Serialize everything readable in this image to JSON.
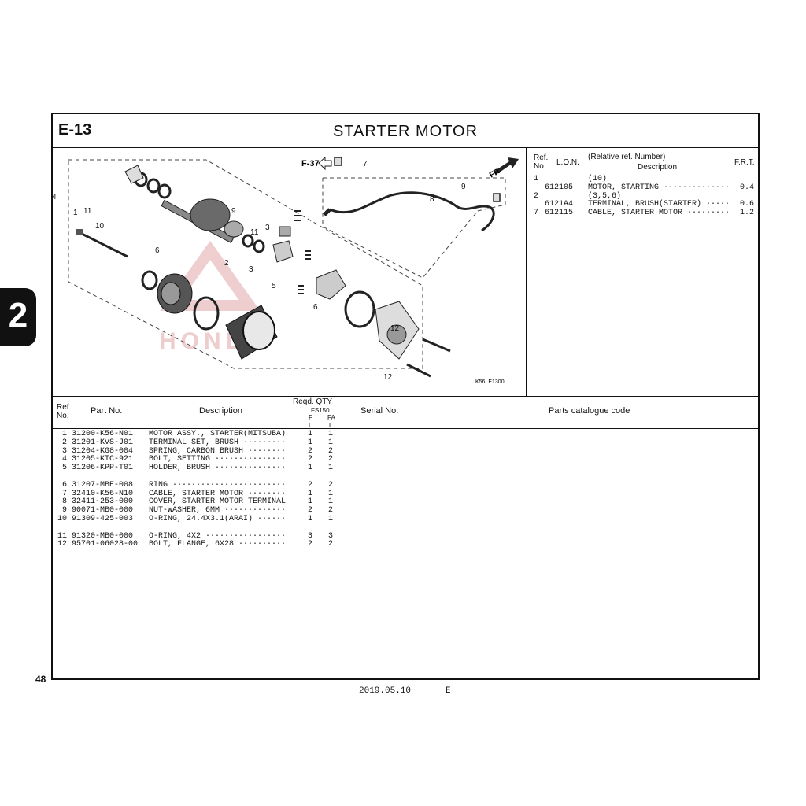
{
  "section": {
    "code": "E-13",
    "title": "STARTER MOTOR",
    "tab_number": "2"
  },
  "diagram": {
    "image_code": "K56LE1300",
    "fr_label": "FR.",
    "ref_label": "F-37",
    "callouts": [
      "1",
      "2",
      "3",
      "3",
      "4",
      "5",
      "6",
      "6",
      "7",
      "8",
      "9",
      "9",
      "10",
      "11",
      "11",
      "12",
      "12"
    ],
    "watermark": "HONDA"
  },
  "ref_table": {
    "headers": {
      "ref_no": "Ref.\nNo.",
      "lon": "L.O.N.",
      "desc_top": "(Relative ref. Number)",
      "desc": "Description",
      "frt": "F.R.T."
    },
    "rows": [
      {
        "ref": "1",
        "lon": "",
        "desc": "(10)",
        "frt": ""
      },
      {
        "ref": "",
        "lon": "612105",
        "desc": "MOTOR, STARTING ··············",
        "frt": "0.4"
      },
      {
        "ref": "2",
        "lon": "",
        "desc": "(3,5,6)",
        "frt": ""
      },
      {
        "ref": "",
        "lon": "6121A4",
        "desc": "TERMINAL, BRUSH(STARTER) ·····",
        "frt": "0.6"
      },
      {
        "ref": "7",
        "lon": "612115",
        "desc": "CABLE, STARTER MOTOR ·········",
        "frt": "1.2"
      }
    ]
  },
  "parts_table": {
    "headers": {
      "ref_no": "Ref.\nNo.",
      "part_no": "Part No.",
      "description": "Description",
      "reqd_qty": "Reqd. QTY",
      "model": "FS150",
      "col_f": "F",
      "col_fa": "FA",
      "col_l1": "L",
      "col_l2": "L",
      "serial_no": "Serial No.",
      "catalogue": "Parts catalogue code"
    },
    "groups": [
      [
        {
          "ref": "1",
          "part": "31200-K56-N01",
          "desc": "MOTOR ASSY., STARTER(MITSUBA)",
          "f": "1",
          "fa": "1"
        },
        {
          "ref": "2",
          "part": "31201-KVS-J01",
          "desc": "TERMINAL SET, BRUSH ·········",
          "f": "1",
          "fa": "1"
        },
        {
          "ref": "3",
          "part": "31204-KG8-004",
          "desc": "SPRING, CARBON BRUSH ········",
          "f": "2",
          "fa": "2"
        },
        {
          "ref": "4",
          "part": "31205-KTC-921",
          "desc": "BOLT, SETTING ···············",
          "f": "2",
          "fa": "2"
        },
        {
          "ref": "5",
          "part": "31206-KPP-T01",
          "desc": "HOLDER, BRUSH ···············",
          "f": "1",
          "fa": "1"
        }
      ],
      [
        {
          "ref": "6",
          "part": "31207-MBE-008",
          "desc": "RING ························",
          "f": "2",
          "fa": "2"
        },
        {
          "ref": "7",
          "part": "32410-K56-N10",
          "desc": "CABLE, STARTER MOTOR ········",
          "f": "1",
          "fa": "1"
        },
        {
          "ref": "8",
          "part": "32411-253-000",
          "desc": "COVER, STARTER MOTOR TERMINAL",
          "f": "1",
          "fa": "1"
        },
        {
          "ref": "9",
          "part": "90071-MB0-000",
          "desc": "NUT-WASHER, 6MM ·············",
          "f": "2",
          "fa": "2"
        },
        {
          "ref": "10",
          "part": "91309-425-003",
          "desc": "O-RING, 24.4X3.1(ARAI) ······",
          "f": "1",
          "fa": "1"
        }
      ],
      [
        {
          "ref": "11",
          "part": "91320-MB0-000",
          "desc": "O-RING, 4X2 ·················",
          "f": "3",
          "fa": "3"
        },
        {
          "ref": "12",
          "part": "95701-06028-00",
          "desc": "BOLT, FLANGE, 6X28 ··········",
          "f": "2",
          "fa": "2"
        }
      ]
    ]
  },
  "page": {
    "number": "48",
    "date": "2019.05.10",
    "lang": "E"
  }
}
